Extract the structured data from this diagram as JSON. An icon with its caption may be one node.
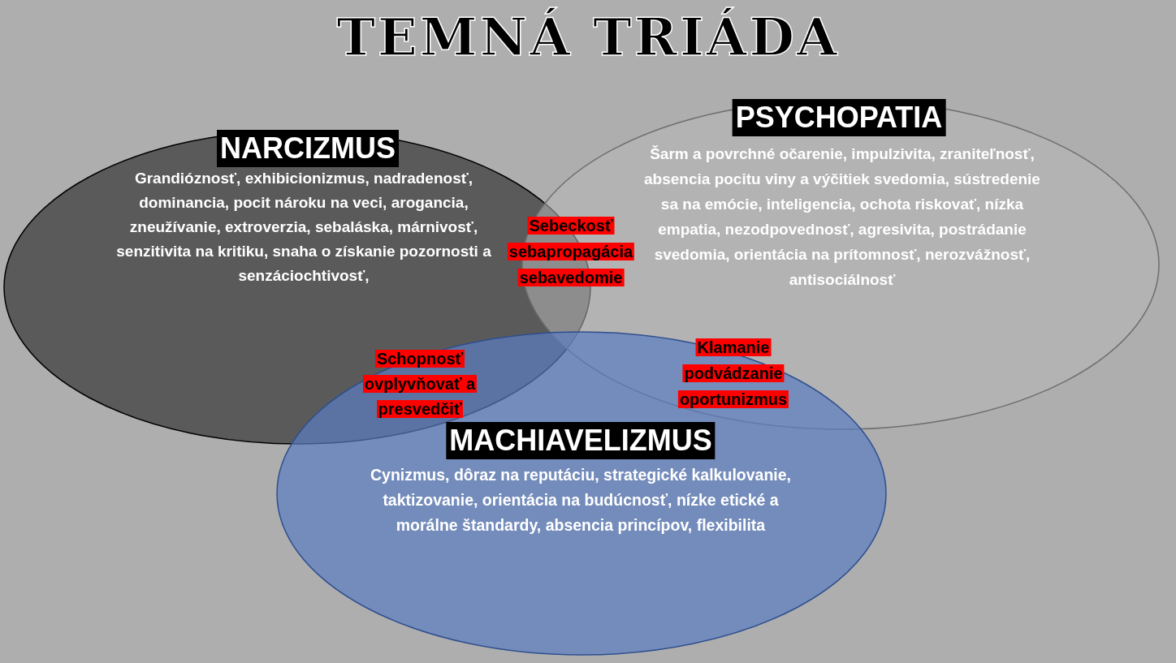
{
  "diagram": {
    "title": "TEMNÁ TRIÁDA",
    "nodes": [
      {
        "text": [
          "NARCIZMUS",
          "Grandióznosť, exhibicionizmus, nadradenosť, dominancia, pocit nároku na veci, arogancia, zneužívanie, extroverzia, sebaláska, márnivosť, senzitivita na kritiku, snaha o získanie pozornosti a senzáciochtivosť,"
        ]
      },
      {
        "text": [
          "PSYCHOPATIA",
          "Šarm a povrchné očarenie, impulzivita, zraniteľnosť, absencia pocitu viny a výčitiek svedomia, sústredenie sa na emócie, inteligencia, ochota riskovať, nízka empatia, nezodpovednosť, agresivita, postrádanie svedomia, orientácia na prítomnosť, nerozvážnosť, antisociálnosť"
        ]
      },
      {
        "text": [
          "MACHIAVELIZMUS",
          "Cynizmus, dôraz na reputáciu, strategické kalkulovanie, taktizovanie, orientácia na budúcnosť, nízke etické a morálne štandardy, absencia princípov, flexibilita"
        ]
      }
    ],
    "labels": [
      "Sebeckosť",
      "sebapropagácia",
      "sebavedomie",
      "Schopnosť ovplyvňovať a presvedčiť",
      "Klamanie",
      "podvádzanie",
      "oportunizmus"
    ]
  }
}
